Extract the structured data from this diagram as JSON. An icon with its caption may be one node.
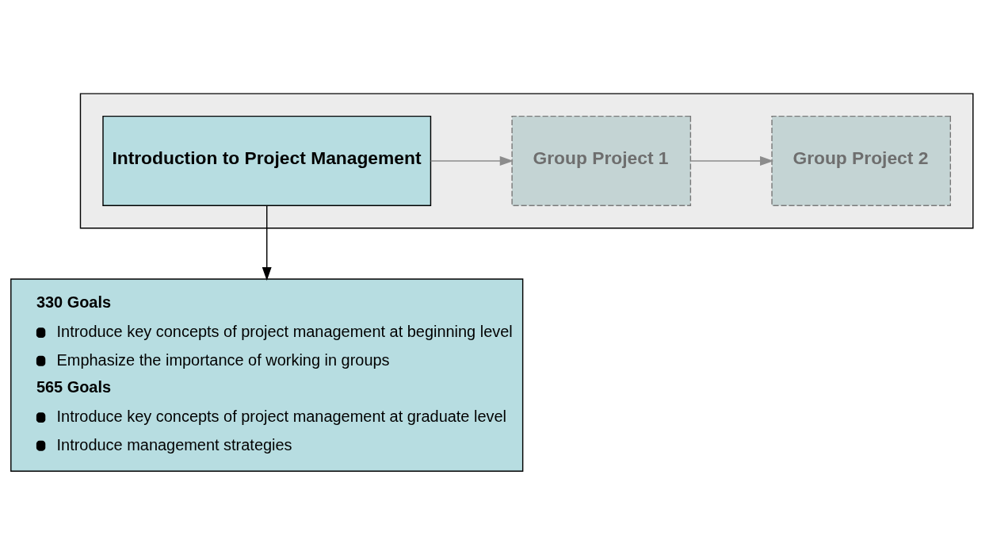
{
  "diagram": {
    "nodes": [
      {
        "text": [],
        "shape": "box"
      },
      {
        "text": [
          "Introduction to Project Management"
        ],
        "in": 0
      },
      {
        "text": [
          "Group Project 1"
        ],
        "in": 0
      },
      {
        "text": [
          "Group Project 2"
        ],
        "in": 0
      },
      {
        "text": [
          "330 Goals",
          "Introduce key concepts of project management at beginning level",
          "Emphasize the importance of working in groups",
          "565 Goals",
          "Introduce key concepts of project management at graduate level",
          "Introduce management strategies"
        ]
      }
    ],
    "edges": [
      {
        "from": 1,
        "to": 2,
        "arrow": "to",
        "color": "#8c8c8c"
      },
      {
        "from": 2,
        "to": 3,
        "arrow": "to",
        "color": "#8c8c8c"
      },
      {
        "from": 1,
        "to": 4,
        "arrow": "to",
        "color": "#000000"
      }
    ]
  }
}
